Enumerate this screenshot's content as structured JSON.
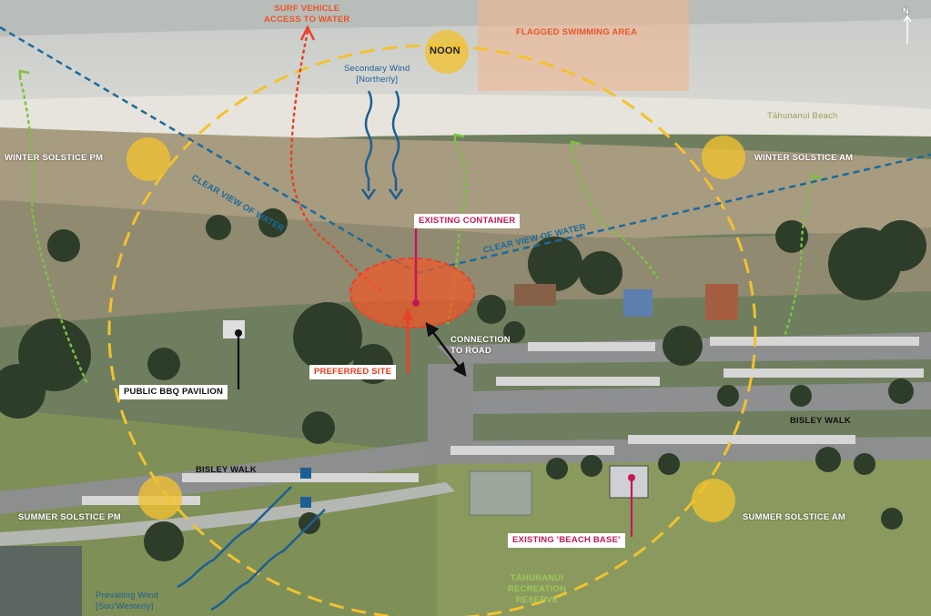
{
  "title": "",
  "labels": {
    "surf_vehicle": "SURF VEHICLE\nACCESS TO WATER",
    "flagged_swimming": "FLAGGED SWIMMING AREA",
    "noon": "NOON",
    "secondary_wind": "Secondary Wind\n[Northerly]",
    "tahunanui_beach": "Tāhunanui Beach",
    "north": "N",
    "winter_pm": "WINTER SOLSTICE PM",
    "winter_am": "WINTER SOLSTICE AM",
    "clear_view_1": "CLEAR VIEW OF WATER",
    "clear_view_2": "CLEAR VIEW OF WATER",
    "existing_container": "EXISTING CONTAINER",
    "connection_road": "CONNECTION\nTO ROAD",
    "preferred_site": "PREFERRED SITE",
    "bbq_pavilion": "PUBLIC BBQ PAVILION",
    "bisley_walk_left": "BISLEY WALK",
    "bisley_walk_right": "BISLEY WALK",
    "summer_pm": "SUMMER SOLSTICE PM",
    "summer_am": "SUMMER SOLSTICE AM",
    "beach_base": "EXISTING 'BEACH BASE'",
    "prevailing_wind": "Prevailing Wind\n[Sou'Westerly]",
    "reserve": "TĀHUNANUI\nRECREATION\nRESERVE"
  },
  "colors": {
    "sun": "#f2c230",
    "sun_path": "#f2c230",
    "view_line": "#1c6a9c",
    "surf_path": "#e9402a",
    "green_path": "#7cc242",
    "site": "#ee5a2a",
    "magenta": "#c2185b"
  },
  "icons": [
    "north-arrow-icon",
    "wind-arrow-icon",
    "sun-icon"
  ]
}
